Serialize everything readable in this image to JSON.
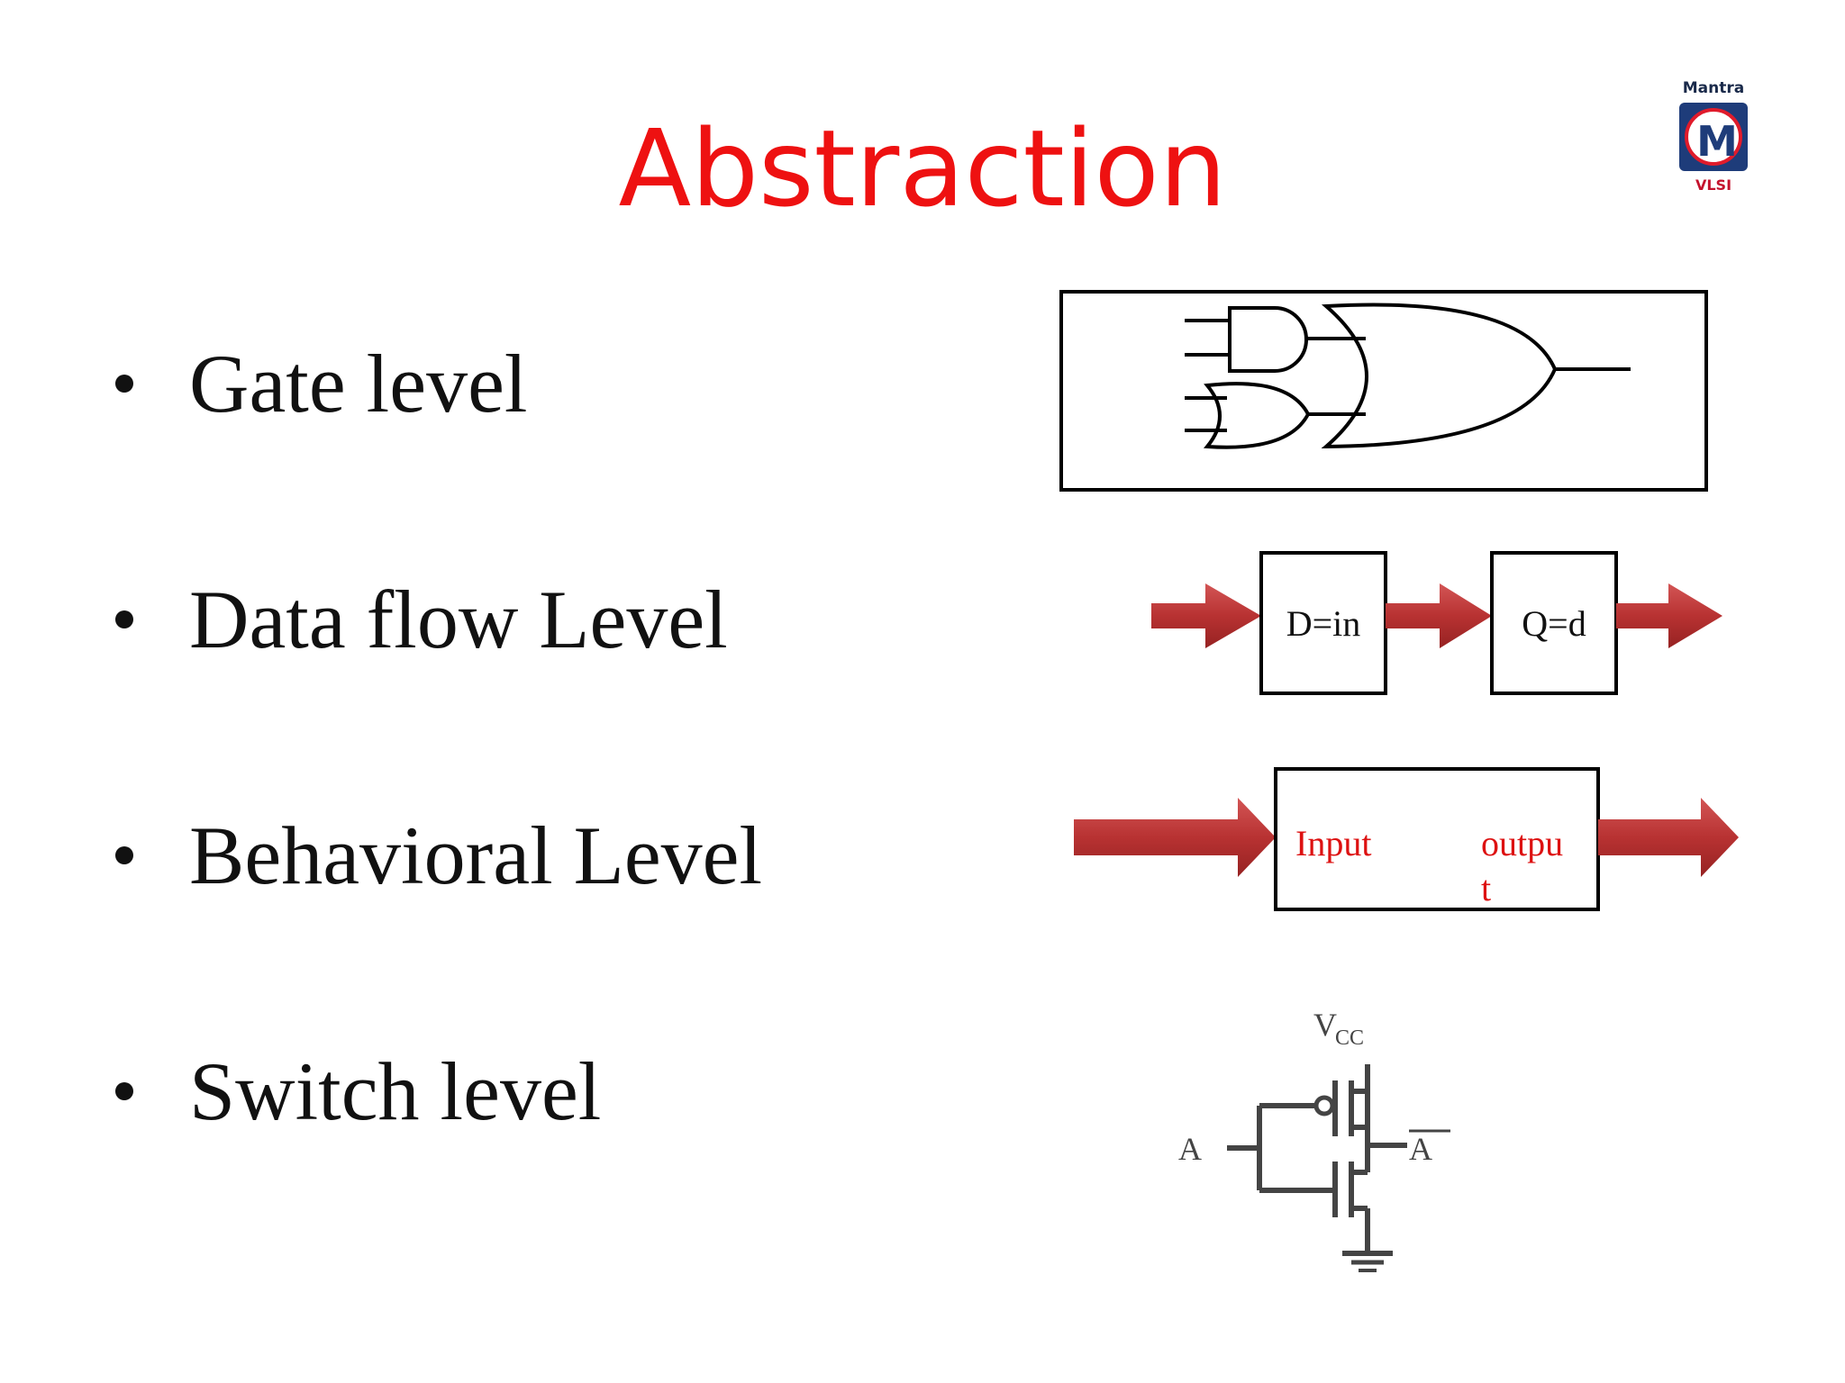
{
  "slide": {
    "title": "Abstraction",
    "title_color": "#ee1111"
  },
  "logo": {
    "top_text": "Mantra",
    "letter": "M",
    "bottom_text": "VLSI"
  },
  "bullets": [
    {
      "label": "Gate level"
    },
    {
      "label": "Data flow Level"
    },
    {
      "label": "Behavioral Level"
    },
    {
      "label": "Switch level"
    }
  ],
  "dataflow": {
    "block1": "D=in",
    "block2": "Q=d"
  },
  "behavioral": {
    "input_label": "Input",
    "output_label_line1": "outpu",
    "output_label_line2": "t",
    "label_color": "#dd1111"
  },
  "switch": {
    "supply_label": "V",
    "supply_sub": "CC",
    "input_label": "A",
    "output_label": "A"
  },
  "arrow_color": "#b83232"
}
